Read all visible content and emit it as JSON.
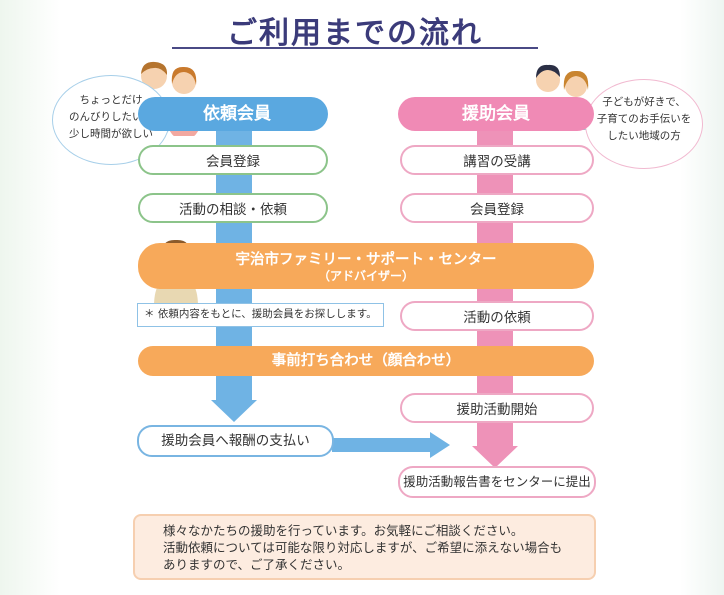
{
  "title": "ご利用までの流れ",
  "requester": {
    "header": "依頼会員",
    "bubble_lines": [
      "ちょっとだけ",
      "のんびりしたい、",
      "少し時間が欲しい"
    ],
    "steps": [
      "会員登録",
      "活動の相談・依頼"
    ],
    "note": "＊ 依頼内容をもとに、援助会員をお探しします。",
    "payment": "援助会員へ報酬の支払い"
  },
  "helper": {
    "header": "援助会員",
    "bubble_lines": [
      "子どもが好きで、",
      "子育てのお手伝いを",
      "したい地域の方"
    ],
    "steps": [
      "講習の受講",
      "会員登録",
      "活動の依頼",
      "援助活動開始"
    ],
    "report": "援助活動報告書をセンターに提出"
  },
  "center": {
    "name": "宇治市ファミリー・サポート・センター",
    "sub": "（アドバイザー）"
  },
  "meeting": "事前打ち合わせ（顔合わせ）",
  "message_lines": [
    "様々なかたちの援助を行っています。お気軽にご相談ください。",
    "活動依頼については可能な限り対応しますが、ご希望に添えない場合も",
    "ありますので、ご了承ください。"
  ],
  "colors": {
    "requester_blue": "#5aa8e0",
    "helper_pink": "#f08ab5",
    "center_orange": "#f7a95a",
    "title_navy": "#3b3b7a"
  }
}
